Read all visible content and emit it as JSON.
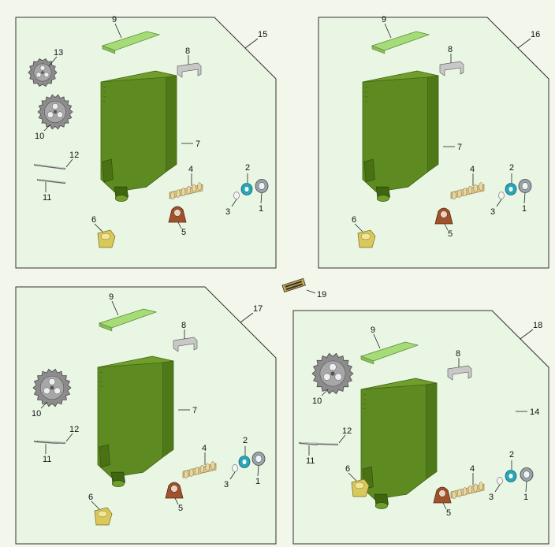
{
  "panels": [
    {
      "id": "15",
      "label": "15",
      "callouts": {
        "c13": "13",
        "c9": "9",
        "c8": "8",
        "c7": "7",
        "c10": "10",
        "c12": "12",
        "c11": "11",
        "c4": "4",
        "c2": "2",
        "c3": "3",
        "c1": "1",
        "c6": "6",
        "c5": "5"
      }
    },
    {
      "id": "16",
      "label": "16",
      "callouts": {
        "c9": "9",
        "c8": "8",
        "c7": "7",
        "c4": "4",
        "c2": "2",
        "c3": "3",
        "c1": "1",
        "c6": "6",
        "c5": "5"
      }
    },
    {
      "id": "17",
      "label": "17",
      "callouts": {
        "c9": "9",
        "c8": "8",
        "c7": "7",
        "c10": "10",
        "c12": "12",
        "c11": "11",
        "c4": "4",
        "c2": "2",
        "c3": "3",
        "c1": "1",
        "c6": "6",
        "c5": "5"
      }
    },
    {
      "id": "18",
      "label": "18",
      "callouts": {
        "c9": "9",
        "c8": "8",
        "c14": "14",
        "c10": "10",
        "c12": "12",
        "c11": "11",
        "c4": "4",
        "c2": "2",
        "c3": "3",
        "c1": "1",
        "c6": "6",
        "c5": "5"
      }
    }
  ],
  "loose_part": {
    "label": "19"
  },
  "colors": {
    "panel_fill": "#eaf6e4",
    "tank_green": "#5e8a22",
    "tank_dark": "#3f6510",
    "lid_green": "#a6dc78",
    "gear_grey": "#8c8c8c",
    "spring_tan": "#d8c48a",
    "seal_brown": "#a0522d",
    "cap_yellow": "#d9c85a",
    "ring_teal": "#2aa6b8"
  }
}
